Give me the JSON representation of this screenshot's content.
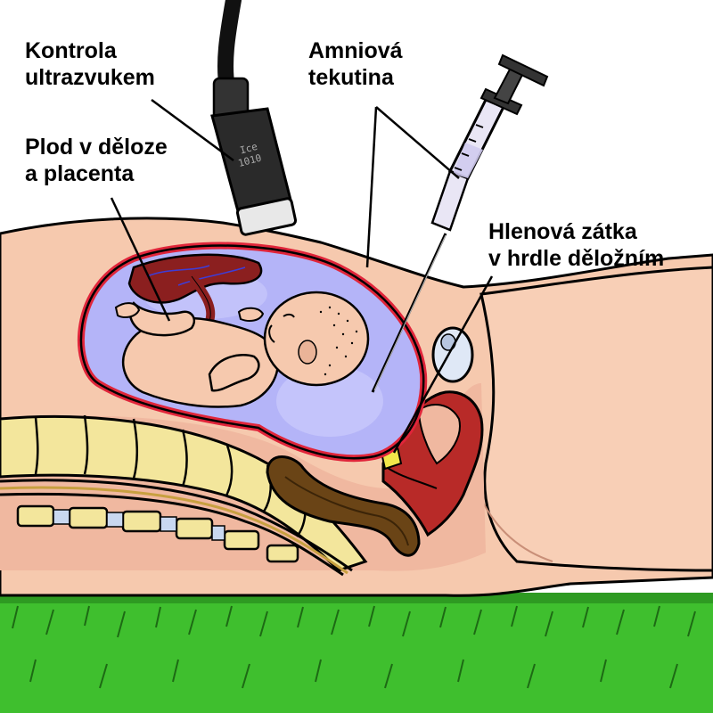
{
  "labels": {
    "ultrasound": {
      "line1": "Kontrola",
      "line2": "ultrazvukem"
    },
    "fetus": {
      "line1": "Plod v děloze",
      "line2": "a placenta"
    },
    "amniotic": {
      "line1": "Amniová",
      "line2": "tekutina"
    },
    "plug": {
      "line1": "Hlenová zátka",
      "line2": "v hrdle děložním"
    }
  },
  "probe_text": {
    "line1": "Ice",
    "line2": "1010"
  },
  "colors": {
    "skin": "#f6c9ae",
    "skin_dark": "#e9a98c",
    "amniotic": "#b4b4f8",
    "uterus_wall": "#e0253a",
    "placenta": "#8b1f1f",
    "spine": "#f3e69c",
    "intestine": "#6a4416",
    "grass": "#3fbf2e",
    "probe": "#222222",
    "syringe": "#e9e6f5",
    "plug": "#f2e64a"
  }
}
